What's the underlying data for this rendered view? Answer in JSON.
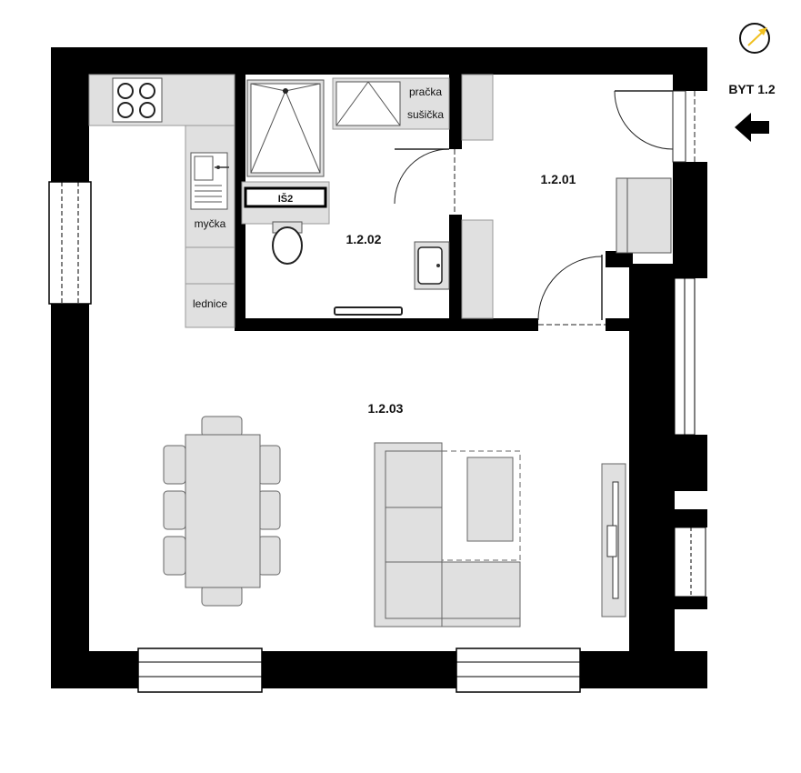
{
  "apartment": {
    "title": "BYT 1.2"
  },
  "rooms": {
    "hall": "1.2.01",
    "bathroom": "1.2.02",
    "living": "1.2.03"
  },
  "fixtures": {
    "bath_code": "IŠ2",
    "washer": "pračka",
    "dryer": "sušička",
    "dishwasher": "myčka",
    "fridge": "lednice"
  },
  "icons": {
    "compass": "compass-icon",
    "entrance": "arrow-left-icon"
  },
  "colors": {
    "wall": "#000000",
    "fixture_fill": "#e0e0e0",
    "accent": "#f0c020"
  }
}
